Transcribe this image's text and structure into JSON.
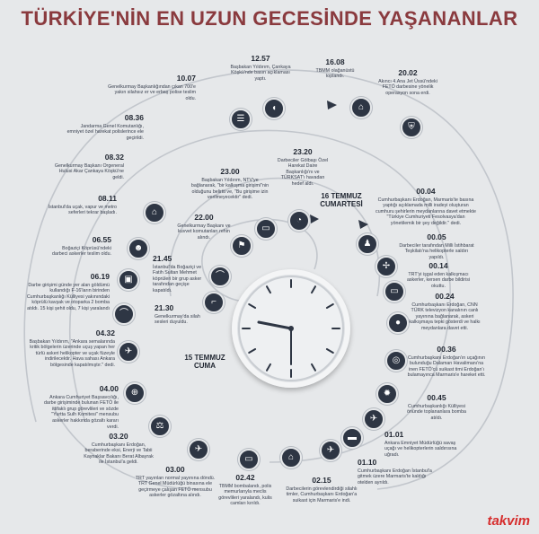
{
  "title": "TÜRKİYE'NİN EN UZUN GECESİNDE YAŞANANLAR",
  "days": {
    "day1": "15 TEMMUZ\nCUMA",
    "day2": "16 TEMMUZ\nCUMARTESİ"
  },
  "events": [
    {
      "time": "21.30",
      "text": "Genelkurmay'da silah sesleri duyuldu."
    },
    {
      "time": "21.45",
      "text": "İstanbul'da Boğaziçi ve Fatih Sultan Mehmet köprüleri bir grup asker tarafından geçişe kapatıldı."
    },
    {
      "time": "22.00",
      "text": "Genelkurmay Başkanı ve kuvvet komutanları rehin alındı."
    },
    {
      "time": "23.00",
      "text": "Başbakan Yıldırım, NTV'ye bağlanarak, \"bir kalkışma girişimi\"nin olduğunu belirtti ve, \"Bu girişime izin verilmeyecektir\" dedi."
    },
    {
      "time": "23.20",
      "text": "Darbeciler Gölbaşı Özel Harekat Daire Başkanlığı'nı ve TÜRKSAT'ı havadan hedef aldı."
    },
    {
      "time": "00.04",
      "text": "Cumhurbaşkanı Erdoğan, Marmaris'te basına yaptığı açıklamada milli iradeyi oluşturan cumhuru şehirlerin meydanlarına davet etmekte \"Türkiye Cumhuriyeti Fesolvasya'dan yönetilemik bir şey değildir.\" dedi."
    },
    {
      "time": "00.05",
      "text": "Darbeciler tarafından Milli İstihbarat Teşkilatı'na helikopterle saldırı yapıldı."
    },
    {
      "time": "00.14",
      "text": "TRT'yi işgal eden kalkışmacı askerler, kersen darbe bildirisi okuttu."
    },
    {
      "time": "00.24",
      "text": "Cumhurbaşkanı Erdoğan, CNN TÜRK televizyon kanalının canlı yayınına bağlanarak, askeri kalkışmaya tepki gösterdi ve halkı meydanlara davet etti."
    },
    {
      "time": "00.36",
      "text": "Cumhurbaşkanı Erdoğan'ın uçağının bulunduğu Dalaman Havalimanı'na inen FETÖ'cü suikast timi Erdoğan'ı bulamayınca Marmaris'e hareket etti."
    },
    {
      "time": "00.45",
      "text": "Cumhurbaşkanlığı Külliyesi önünde toplananlara bomba atıldı."
    },
    {
      "time": "01.01",
      "text": "Ankara Emniyet Müdürlüğü savaş uçağı ve helikopterlerin saldırısına uğradı."
    },
    {
      "time": "01.10",
      "text": "Cumhurbaşkanı Erdoğan İstanbul'a gitmek üzere Marmaris'te kaldığı otelden ayrıldı."
    },
    {
      "time": "02.15",
      "text": "Darbecilerin görevlendirdiği silahlı timler, Cumhurbaşkanı Erdoğan'a suikast için Marmaris'e indi."
    },
    {
      "time": "02.42",
      "text": "TBMM bombalandı, polis memurlarıyla meclis görevlileri yaralandı, kulis camları kırıldı."
    },
    {
      "time": "03.00",
      "text": "TRT yayınları normal yayınına döndü. TRT Genel Müdürlüğü binasına ele geçirmeye çalışan FETÖ mensubu askerler gözaltına alındı."
    },
    {
      "time": "03.20",
      "text": "Cumhurbaşkanı Erdoğan, beraberinde eksi, Enerji ve Tabii Kaynaklar Bakanı Berat Albayrak ile İstanbul'a geldi."
    },
    {
      "time": "04.00",
      "text": "Ankara Cumhuriyet Başsavcılığı, darbe girişiminde bulunan FETÖ ile ittifaklı grup görevlileri ve sözde \"Yurtta Sulh Komitesi\" mensubu askerler hakkında gözaltı kararı verdi."
    },
    {
      "time": "04.32",
      "text": "Başbakan Yıldırım, \"Ankara semalarında kritik bölgelerin üzerinde uçuş yapan her türlü askeri helikopter ve uçak füzeyle indirilecektir. Hava sahası Ankara bölgesinde kapatılmıştır.\" dedi."
    },
    {
      "time": "06.19",
      "text": "Darbe girişimi günde yer alan göldümü kullandığı F-16'ların birinden Cumhurbaşkanlığı Külliyesi yakınındaki köprülü kavşak ve otoparka 2 bomba atıldı. 15 kişi şehit oldu, 7 kişi yaralandı"
    },
    {
      "time": "06.55",
      "text": "Boğaziçi Köprüsü'ndeki darbeci askerler teslim oldu."
    },
    {
      "time": "08.11",
      "text": "İstanbul'da uçak, vapur ve metro seferleri tekrar başladı."
    },
    {
      "time": "08.32",
      "text": "Genelkurmay Başkanı Orgeneral Hulusi Akar Çankaya Köşkü'ne geldi."
    },
    {
      "time": "08.36",
      "text": "Jandarma Genel Komutanlığı, emniyet özel harekat polislerince ele geçirildi."
    },
    {
      "time": "10.07",
      "text": "Genelkurmay Başkanlığından çıkan 700'e yakın silahsız er ve erbaş polise teslim oldu."
    },
    {
      "time": "12.57",
      "text": "Başbakan Yıldırım, Çankaya Köşkü'nde basın açıklaması yaptı."
    },
    {
      "time": "16.08",
      "text": "TBMM olağanüstü toplandı."
    },
    {
      "time": "20.02",
      "text": "Akıncı 4.Ana Jet Üssü'ndeki FETÖ darbesine yönelik operasyon sona erdi."
    }
  ],
  "icons": [
    "gun-icon",
    "bridge-icon",
    "flag-icon",
    "tv-icon",
    "satellite-dish-icon",
    "crowd-icon",
    "helicopter-icon",
    "tv-icon",
    "person-icon",
    "target-icon",
    "explosion-icon",
    "jet-icon",
    "car-icon",
    "jet-icon",
    "building-icon",
    "tv-icon",
    "plane-icon",
    "gavel-icon",
    "crosshair-icon",
    "jet-icon",
    "bridge-icon",
    "train-icon",
    "officer-icon",
    "building-icon",
    "soldiers-icon",
    "speaker-icon",
    "building-icon",
    "shield-icon"
  ],
  "logo": "takvim",
  "colors": {
    "title": "#8a3a3e",
    "node": "#2e3644",
    "background": "#e6e8ea",
    "logo": "#d62d2d"
  }
}
